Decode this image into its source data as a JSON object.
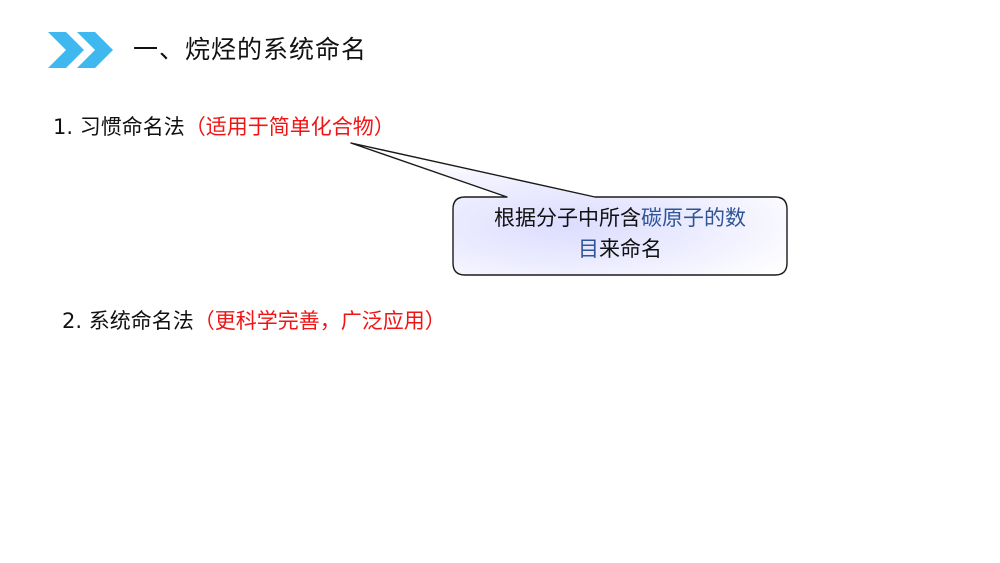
{
  "slide": {
    "title": "一、烷烃的系统命名",
    "title_icon": "double-chevron-right-icon",
    "accent_color": "#3fb8f0",
    "items": [
      {
        "label": "1. 习惯命名法",
        "note": "（适用于简单化合物）",
        "note_color": "#f01414"
      },
      {
        "label": "2. 系统命名法",
        "note": "（更科学完善，广泛应用）",
        "note_color": "#f01414"
      }
    ],
    "callout": {
      "text_prefix": "根据分子中所含",
      "text_highlight_1": "碳原子的数",
      "text_highlight_2": "目",
      "text_suffix": "来命名",
      "highlight_color": "#2f5597"
    }
  }
}
